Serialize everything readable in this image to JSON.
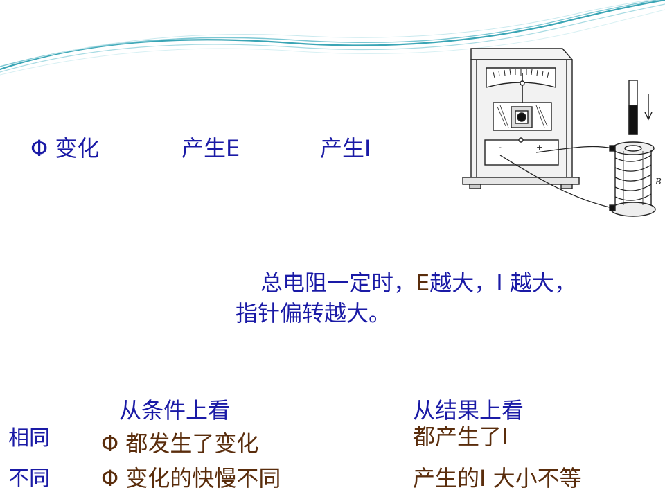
{
  "slide": {
    "flow": {
      "step1": "Φ 变化",
      "step2": "产生E",
      "step3": "产生I"
    },
    "conclusion": {
      "line1_a": "总电阻一定时，",
      "line1_b": "E",
      "line1_c": "越大，",
      "line1_d": "I",
      "line1_e": " 越大，",
      "line2": "指针偏转越大。"
    },
    "comparison": {
      "col_condition": "从条件上看",
      "col_result": "从结果上看",
      "rows": [
        {
          "label": "相同",
          "condition": "Φ 都发生了变化",
          "result": "都产生了I"
        },
        {
          "label": "不同",
          "condition": "Φ 变化的快慢不同",
          "result": "产生的I 大小不等"
        }
      ]
    },
    "apparatus": {
      "terminal_minus": "-",
      "terminal_plus": "+",
      "coil_label": "B"
    },
    "colors": {
      "text_blue": "#1a1aa6",
      "text_brown": "#5a2d0c",
      "wave_teal": "#3aa5b5"
    }
  }
}
